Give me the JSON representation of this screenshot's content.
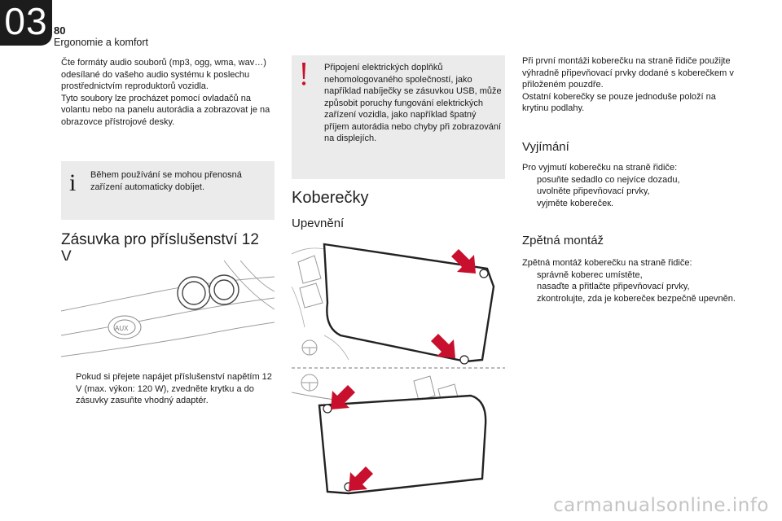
{
  "header": {
    "chapter": "03",
    "page_number": "80",
    "section": "Ergonomie a komfort"
  },
  "col1": {
    "para1": "Čte formáty audio souborů (mp3, ogg, wma, wav…) odesílané do vašeho audio systému k poslechu prostřednictvím reproduktorů vozidla.",
    "para2": "Tyto soubory lze procházet pomocí ovladačů na volantu nebo na panelu autorádia a zobrazovat je na obrazovce přístrojové desky.",
    "info_text": "Během používání se mohou přenosná zařízení automaticky dobíjet.",
    "heading_socket": "Zásuvka pro příslušenství 12 V",
    "socket_label": "AUX",
    "bullet": "Pokud si přejete napájet příslušenství napětím 12 V (max. výkon: 120 W), zvedněte krytku a do zásuvky zasuňte vhodný adaptér."
  },
  "col2": {
    "warning_text": "Připojení elektrických doplňků nehomologovaného společností, jako například nabíječky se zásuvkou USB, může způsobit poruchy fungování elektrických zařízení vozidla, jako například špatný příjem autorádia nebo chyby při zobrazování na displejích.",
    "heading_mats": "Koberečky",
    "heading_fixing": "Upevnění"
  },
  "col3": {
    "para1": "Při první montáži koberečku na straně řidiče použijte výhradně připevňovací prvky dodané s koberečkem v přiloženém pouzdře.",
    "para2": "Ostatní koberečky se pouze jednoduše položí na krytinu podlahy.",
    "heading_removal": "Vyjímání",
    "removal_intro": "Pro vyjmutí koberečku na straně řidiče:",
    "removal_steps": [
      "posuňte sedadlo co nejvíce dozadu,",
      "uvolněte připevňovací prvky,",
      "vyjměte koberečeк."
    ],
    "heading_refit": "Zpětná montáž",
    "refit_intro": "Zpětná montáž koberečku na straně řidiče:",
    "refit_steps": [
      "správně koberec umístěte,",
      "nasaďte a přitlačte připevňovací prvky,",
      "zkontrolujte, zda je koberečeк bezpečně upevněn."
    ]
  },
  "bullet_glyph": "",
  "watermark": "carmanualsonline.info",
  "colors": {
    "accent_red": "#c8102e",
    "box_gray": "#ebebeb",
    "dark": "#1c1c1c"
  }
}
